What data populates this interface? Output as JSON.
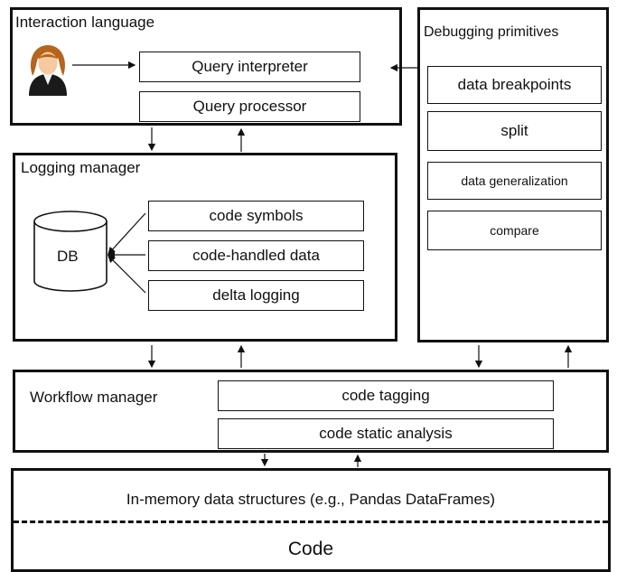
{
  "interaction": {
    "title": "Interaction language",
    "query_interpreter": "Query interpreter",
    "query_processor": "Query processor",
    "user_icon": "user-avatar-icon"
  },
  "logging": {
    "title": "Logging manager",
    "db_label": "DB",
    "items": [
      "code symbols",
      "code-handled data",
      "delta logging"
    ]
  },
  "debugging": {
    "title": "Debugging primitives",
    "items": [
      "data breakpoints",
      "split",
      "data generalization",
      "compare"
    ]
  },
  "workflow": {
    "title": "Workflow manager",
    "items": [
      "code tagging",
      "code static analysis"
    ]
  },
  "bottom": {
    "memory_label": "In-memory data structures (e.g., Pandas DataFrames)",
    "code_label": "Code"
  }
}
